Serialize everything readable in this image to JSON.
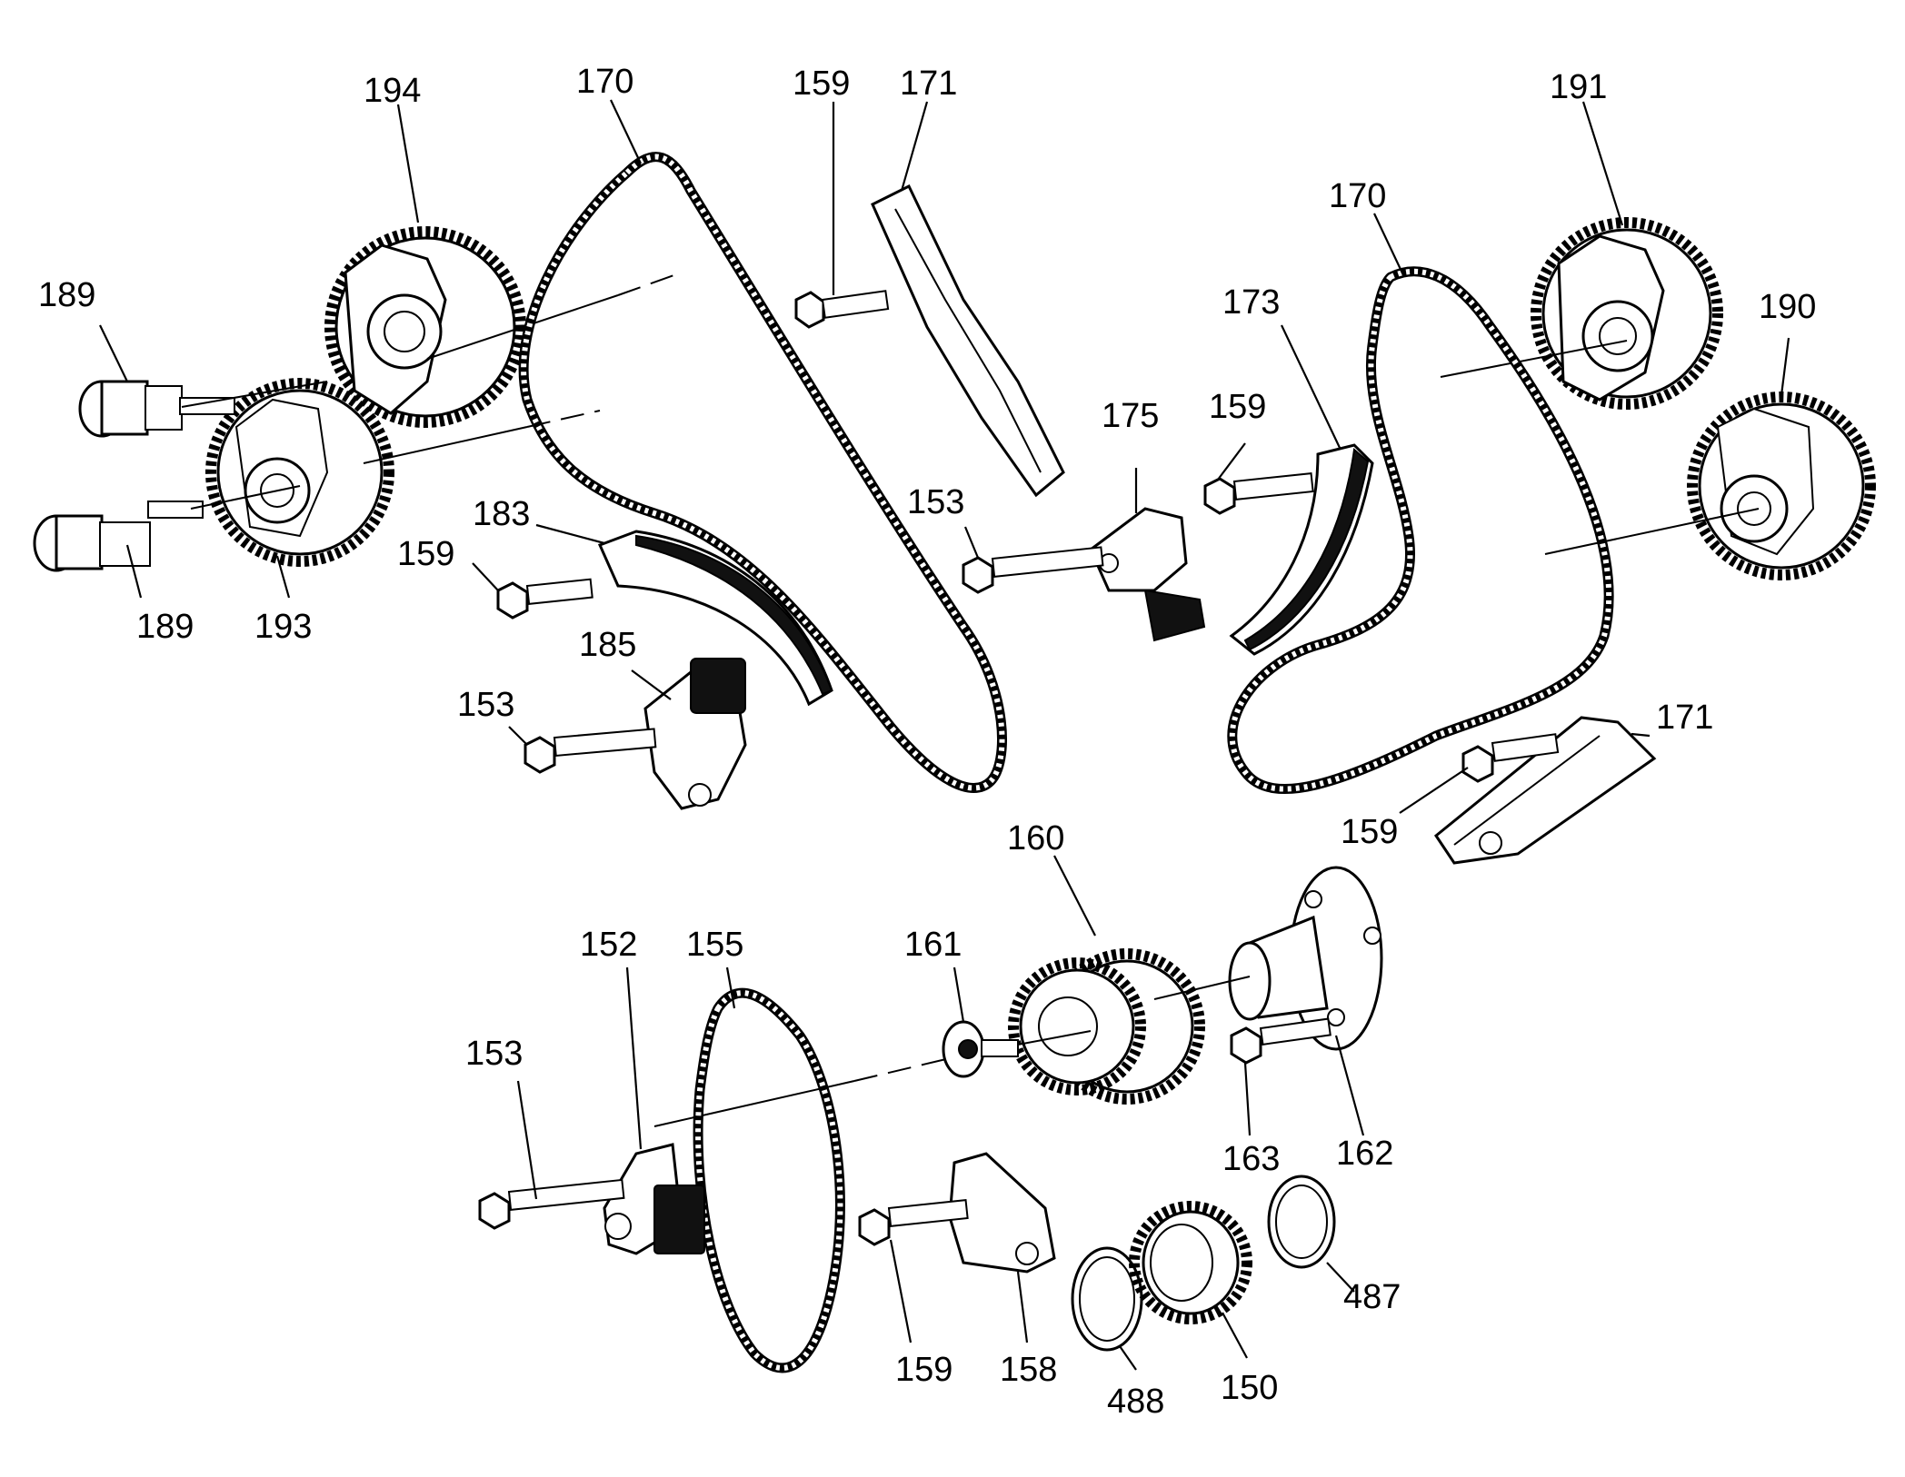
{
  "callouts": {
    "c194": "194",
    "c170_left": "170",
    "c159_top": "159",
    "c171_top": "171",
    "c191": "191",
    "c170_right": "170",
    "c173": "173",
    "c190": "190",
    "c189_top": "189",
    "c189_bottom": "189",
    "c193": "193",
    "c183": "183",
    "c159_left": "159",
    "c185": "185",
    "c153_left": "153",
    "c153_mid": "153",
    "c175": "175",
    "c159_mid": "159",
    "c171_right": "171",
    "c159_right": "159",
    "c160": "160",
    "c152": "152",
    "c155": "155",
    "c161": "161",
    "c153_bottom": "153",
    "c163": "163",
    "c162": "162",
    "c159_bottom": "159",
    "c158": "158",
    "c488": "488",
    "c150": "150",
    "c487": "487"
  }
}
